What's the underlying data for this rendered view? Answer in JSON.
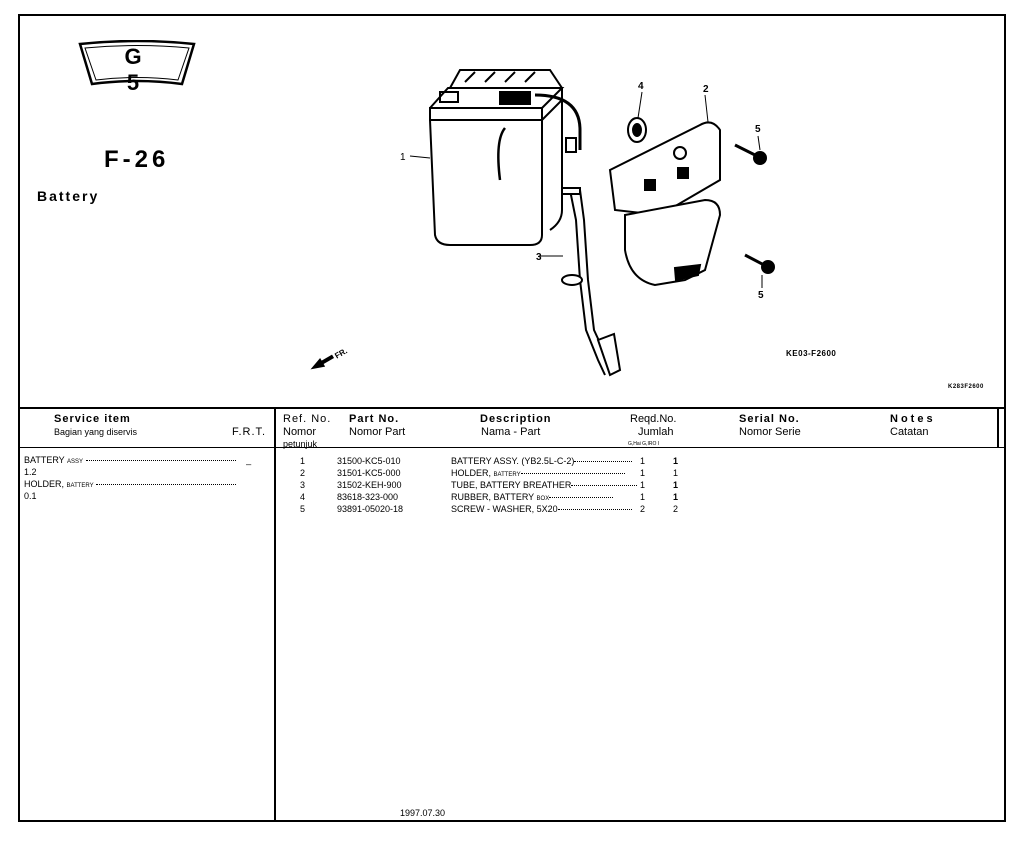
{
  "header": {
    "group": "G 5",
    "figure": "F-26",
    "name": "Battery"
  },
  "diagram": {
    "callouts": [
      "1",
      "2",
      "3",
      "4",
      "5",
      "5"
    ],
    "arrow_label": "FR.",
    "code_a": "KE03-F2600",
    "code_b": "K283F2600"
  },
  "table": {
    "headers": {
      "service_item": "Service      item",
      "service_item_sub": "Bagian yang diservis",
      "frt": "F.R.T.",
      "ref_no": "Ref.  No.",
      "ref_no_sub1": "Nomor",
      "ref_no_sub2": "petunjuk",
      "part_no": "Part  No.",
      "part_no_sub": "Nomor Part",
      "description": "Description",
      "description_sub": "Nama - Part",
      "reqd": "Reqd.No.",
      "reqd_sub": "Jumlah",
      "reqd_cols": "G,Hai  G,IRO  I",
      "serial": "Serial  No.",
      "serial_sub": "Nomor  Serie",
      "notes": "Notes",
      "notes_sub": "Catatan"
    },
    "service_items": [
      {
        "name": "BATTERY",
        "suffix": "ASSY",
        "frt": "_"
      },
      {
        "name": "1.2",
        "suffix": "",
        "frt": ""
      },
      {
        "name": "HOLDER,",
        "suffix": "BATTERY",
        "frt": ""
      },
      {
        "name": "0.1",
        "suffix": "",
        "frt": ""
      }
    ],
    "rows": [
      {
        "ref": "1",
        "part": "31500-KC5-010",
        "desc": "BATTERY ASSY. (YB2.5L-C-2)",
        "desc_small": "",
        "q1": "1",
        "q2": "1"
      },
      {
        "ref": "2",
        "part": "31501-KC5-000",
        "desc": "HOLDER,",
        "desc_small": "BATTERY",
        "q1": "1",
        "q2": "1"
      },
      {
        "ref": "3",
        "part": "31502-KEH-900",
        "desc": "TUBE, BATTERY BREATHER",
        "desc_small": "",
        "q1": "1",
        "q2": "1"
      },
      {
        "ref": "4",
        "part": "83618-323-000",
        "desc": "RUBBER,  BATTERY",
        "desc_small": "BOX",
        "q1": "1",
        "q2": "1"
      },
      {
        "ref": "5",
        "part": "93891-05020-18",
        "desc": "SCREW - WASHER, 5X20",
        "desc_small": "",
        "q1": "2",
        "q2": "2"
      }
    ]
  },
  "footer": {
    "date": "1997.07.30"
  }
}
